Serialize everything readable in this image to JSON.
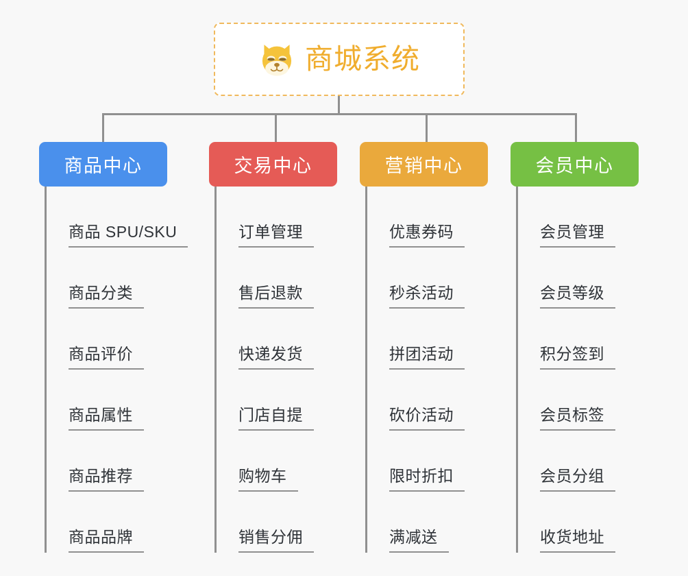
{
  "root": {
    "title": "商城系统",
    "icon": "dog-face-icon",
    "border_color": "#f0b95c",
    "text_color": "#f0ad2e",
    "background": "#ffffff"
  },
  "page": {
    "background": "#f8f8f8",
    "connector_color": "#909090"
  },
  "columns": [
    {
      "header": "商品中心",
      "color": "#4a90ec",
      "items": [
        "商品 SPU/SKU",
        "商品分类",
        "商品评价",
        "商品属性",
        "商品推荐",
        "商品品牌"
      ]
    },
    {
      "header": "交易中心",
      "color": "#e55b56",
      "items": [
        "订单管理",
        "售后退款",
        "快递发货",
        "门店自提",
        "购物车",
        "销售分佣"
      ]
    },
    {
      "header": "营销中心",
      "color": "#eaa93c",
      "items": [
        "优惠券码",
        "秒杀活动",
        "拼团活动",
        "砍价活动",
        "限时折扣",
        "满减送"
      ]
    },
    {
      "header": "会员中心",
      "color": "#76c044",
      "items": [
        "会员管理",
        "会员等级",
        "积分签到",
        "会员标签",
        "会员分组",
        "收货地址"
      ]
    }
  ]
}
